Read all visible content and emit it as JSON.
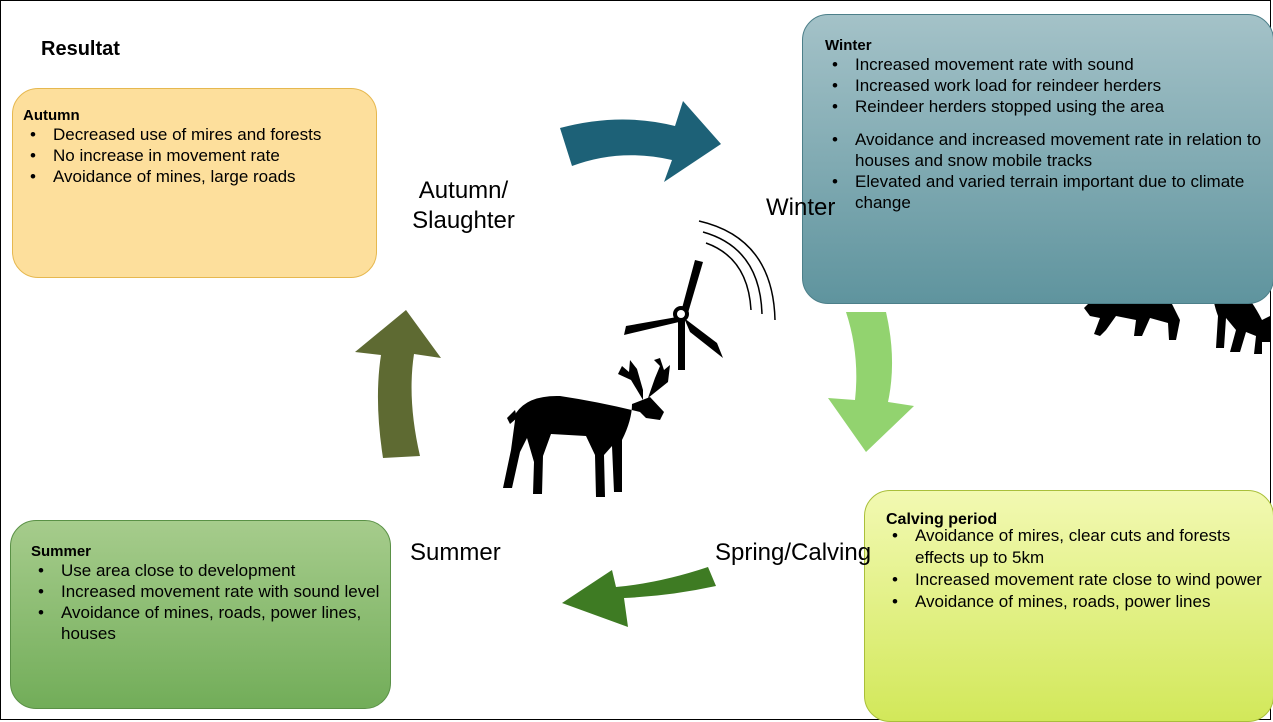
{
  "title": "Resultat",
  "autumn": {
    "heading": "Autumn",
    "items": [
      "Decreased use of mires and forests",
      "No increase in movement rate",
      "Avoidance of mines, large roads"
    ]
  },
  "winter": {
    "heading": "Winter",
    "items": [
      "Increased movement rate with sound",
      "Increased work load for reindeer herders",
      "Reindeer herders stopped using the area",
      "Avoidance and increased movement rate in relation to houses and snow mobile tracks",
      "Elevated and varied terrain important due to climate change"
    ]
  },
  "summer": {
    "heading": "Summer",
    "items": [
      "Use area close to development",
      "Increased movement rate with sound level",
      "Avoidance of mines, roads, power lines, houses"
    ]
  },
  "calving": {
    "heading": "Calving period",
    "items": [
      "Avoidance of mires, clear cuts and forests effects up to 5km",
      "Increased movement rate close to wind power",
      "Avoidance of mines, roads, power lines"
    ]
  },
  "cycle_labels": {
    "autumn_line1": "Autumn/",
    "autumn_line2": "Slaughter",
    "winter": "Winter",
    "summer": "Summer",
    "spring": "Spring/Calving"
  },
  "colors": {
    "arrow_autumn_to_winter": "#1d6177",
    "arrow_winter_to_spring": "#92d36f",
    "arrow_spring_to_summer": "#3e7b23",
    "arrow_summer_to_autumn": "#5e6a32",
    "silhouettes": "#000000"
  },
  "icons": [
    "wind-turbine-icon",
    "sound-waves-icon",
    "reindeer-icon",
    "wolverine-icon",
    "wolf-icon"
  ]
}
